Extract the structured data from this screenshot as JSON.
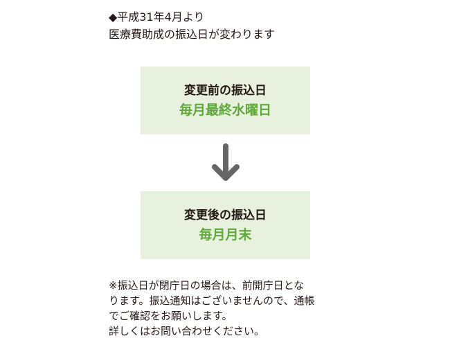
{
  "heading": {
    "line1": "◆平成31年4月より",
    "line2": "医療費助成の振込日が変わります"
  },
  "before_box": {
    "label": "変更前の振込日",
    "value": "毎月最終水曜日"
  },
  "after_box": {
    "label": "変更後の振込日",
    "value": "毎月月末"
  },
  "note": {
    "line1": "※振込日が閉庁日の場合は、前開庁日とな",
    "line2": "ります。振込通知はございませんので、通帳",
    "line3": "でご確認をお願いします。",
    "line4": "詳しくはお問い合わせください。"
  },
  "colors": {
    "box_background": "#e8f1dd",
    "accent_green": "#5fa83a",
    "arrow_gray": "#666666",
    "text": "#231815"
  },
  "icons": {
    "arrow": "arrow-down-icon"
  }
}
